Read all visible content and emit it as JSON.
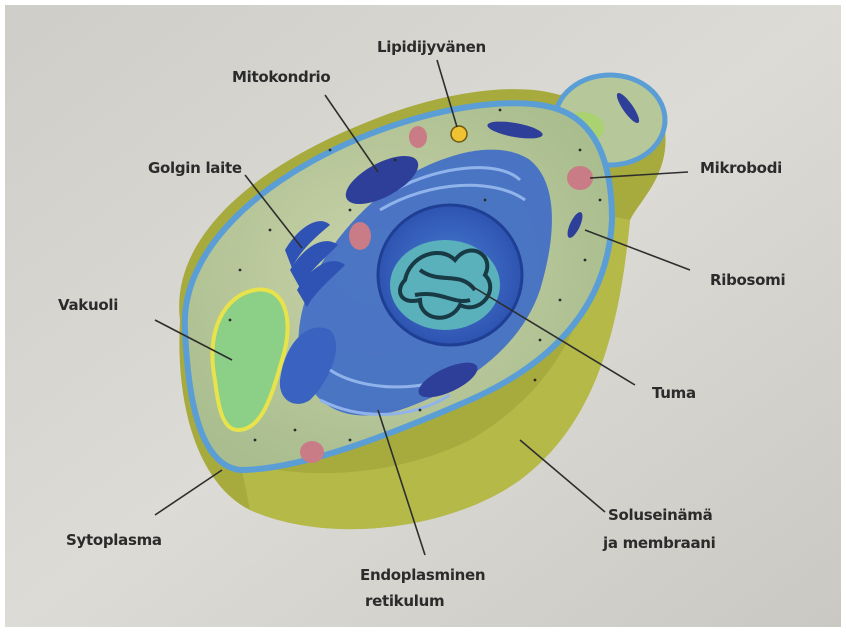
{
  "labels": {
    "lipidijyvanen": "Lipidijyvänen",
    "mitokondrio": "Mitokondrio",
    "golgin_laite": "Golgin laite",
    "mikrobodi": "Mikrobodi",
    "ribosomi": "Ribosomi",
    "vakuoli": "Vakuoli",
    "tuma": "Tuma",
    "sytoplasma": "Sytoplasma",
    "soluseinama_line1": "Soluseinämä",
    "soluseinama_line2": "ja membraani",
    "endoplasminen_line1": "Endoplasminen",
    "endoplasminen_line2": "retikulum"
  },
  "colors": {
    "page": "#d9d7d2",
    "cell_wall": "#a9ad3c",
    "membrane": "#5b9ed6",
    "cytoplasm": "#b9c9a0",
    "er": "#3b63c4",
    "nucleus": "#2f59b8",
    "nucleolus": "#5fb6be",
    "chromatin": "#1a3a4a",
    "vacuole": "#8ccf86",
    "vacuole_rim": "#e8e34a",
    "mitochondrion": "#2e3f9a",
    "microbody": "#c97b86",
    "lipid": "#f1c232"
  }
}
